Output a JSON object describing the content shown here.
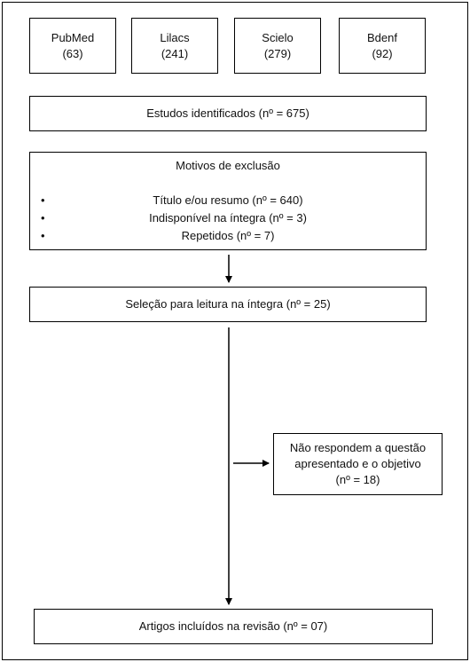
{
  "sources": [
    {
      "name": "PubMed",
      "count": "(63)"
    },
    {
      "name": "Lilacs",
      "count": "(241)"
    },
    {
      "name": "Scielo",
      "count": "(279)"
    },
    {
      "name": "Bdenf",
      "count": "(92)"
    }
  ],
  "identified": "Estudos identificados (nº = 675)",
  "exclusion": {
    "title": "Motivos de exclusão",
    "bullet": "•",
    "items": [
      "Título e/ou resumo (nº = 640)",
      "Indisponível na íntegra (nº = 3)",
      "Repetidos (nº = 7)"
    ]
  },
  "selection": "Seleção para leitura na íntegra (nº = 25)",
  "excluded_side": {
    "line1": "Não respondem a questão",
    "line2": "apresentado e o objetivo",
    "line3": "(nº = 18)"
  },
  "included": "Artigos incluídos na revisão (nº = 07)"
}
